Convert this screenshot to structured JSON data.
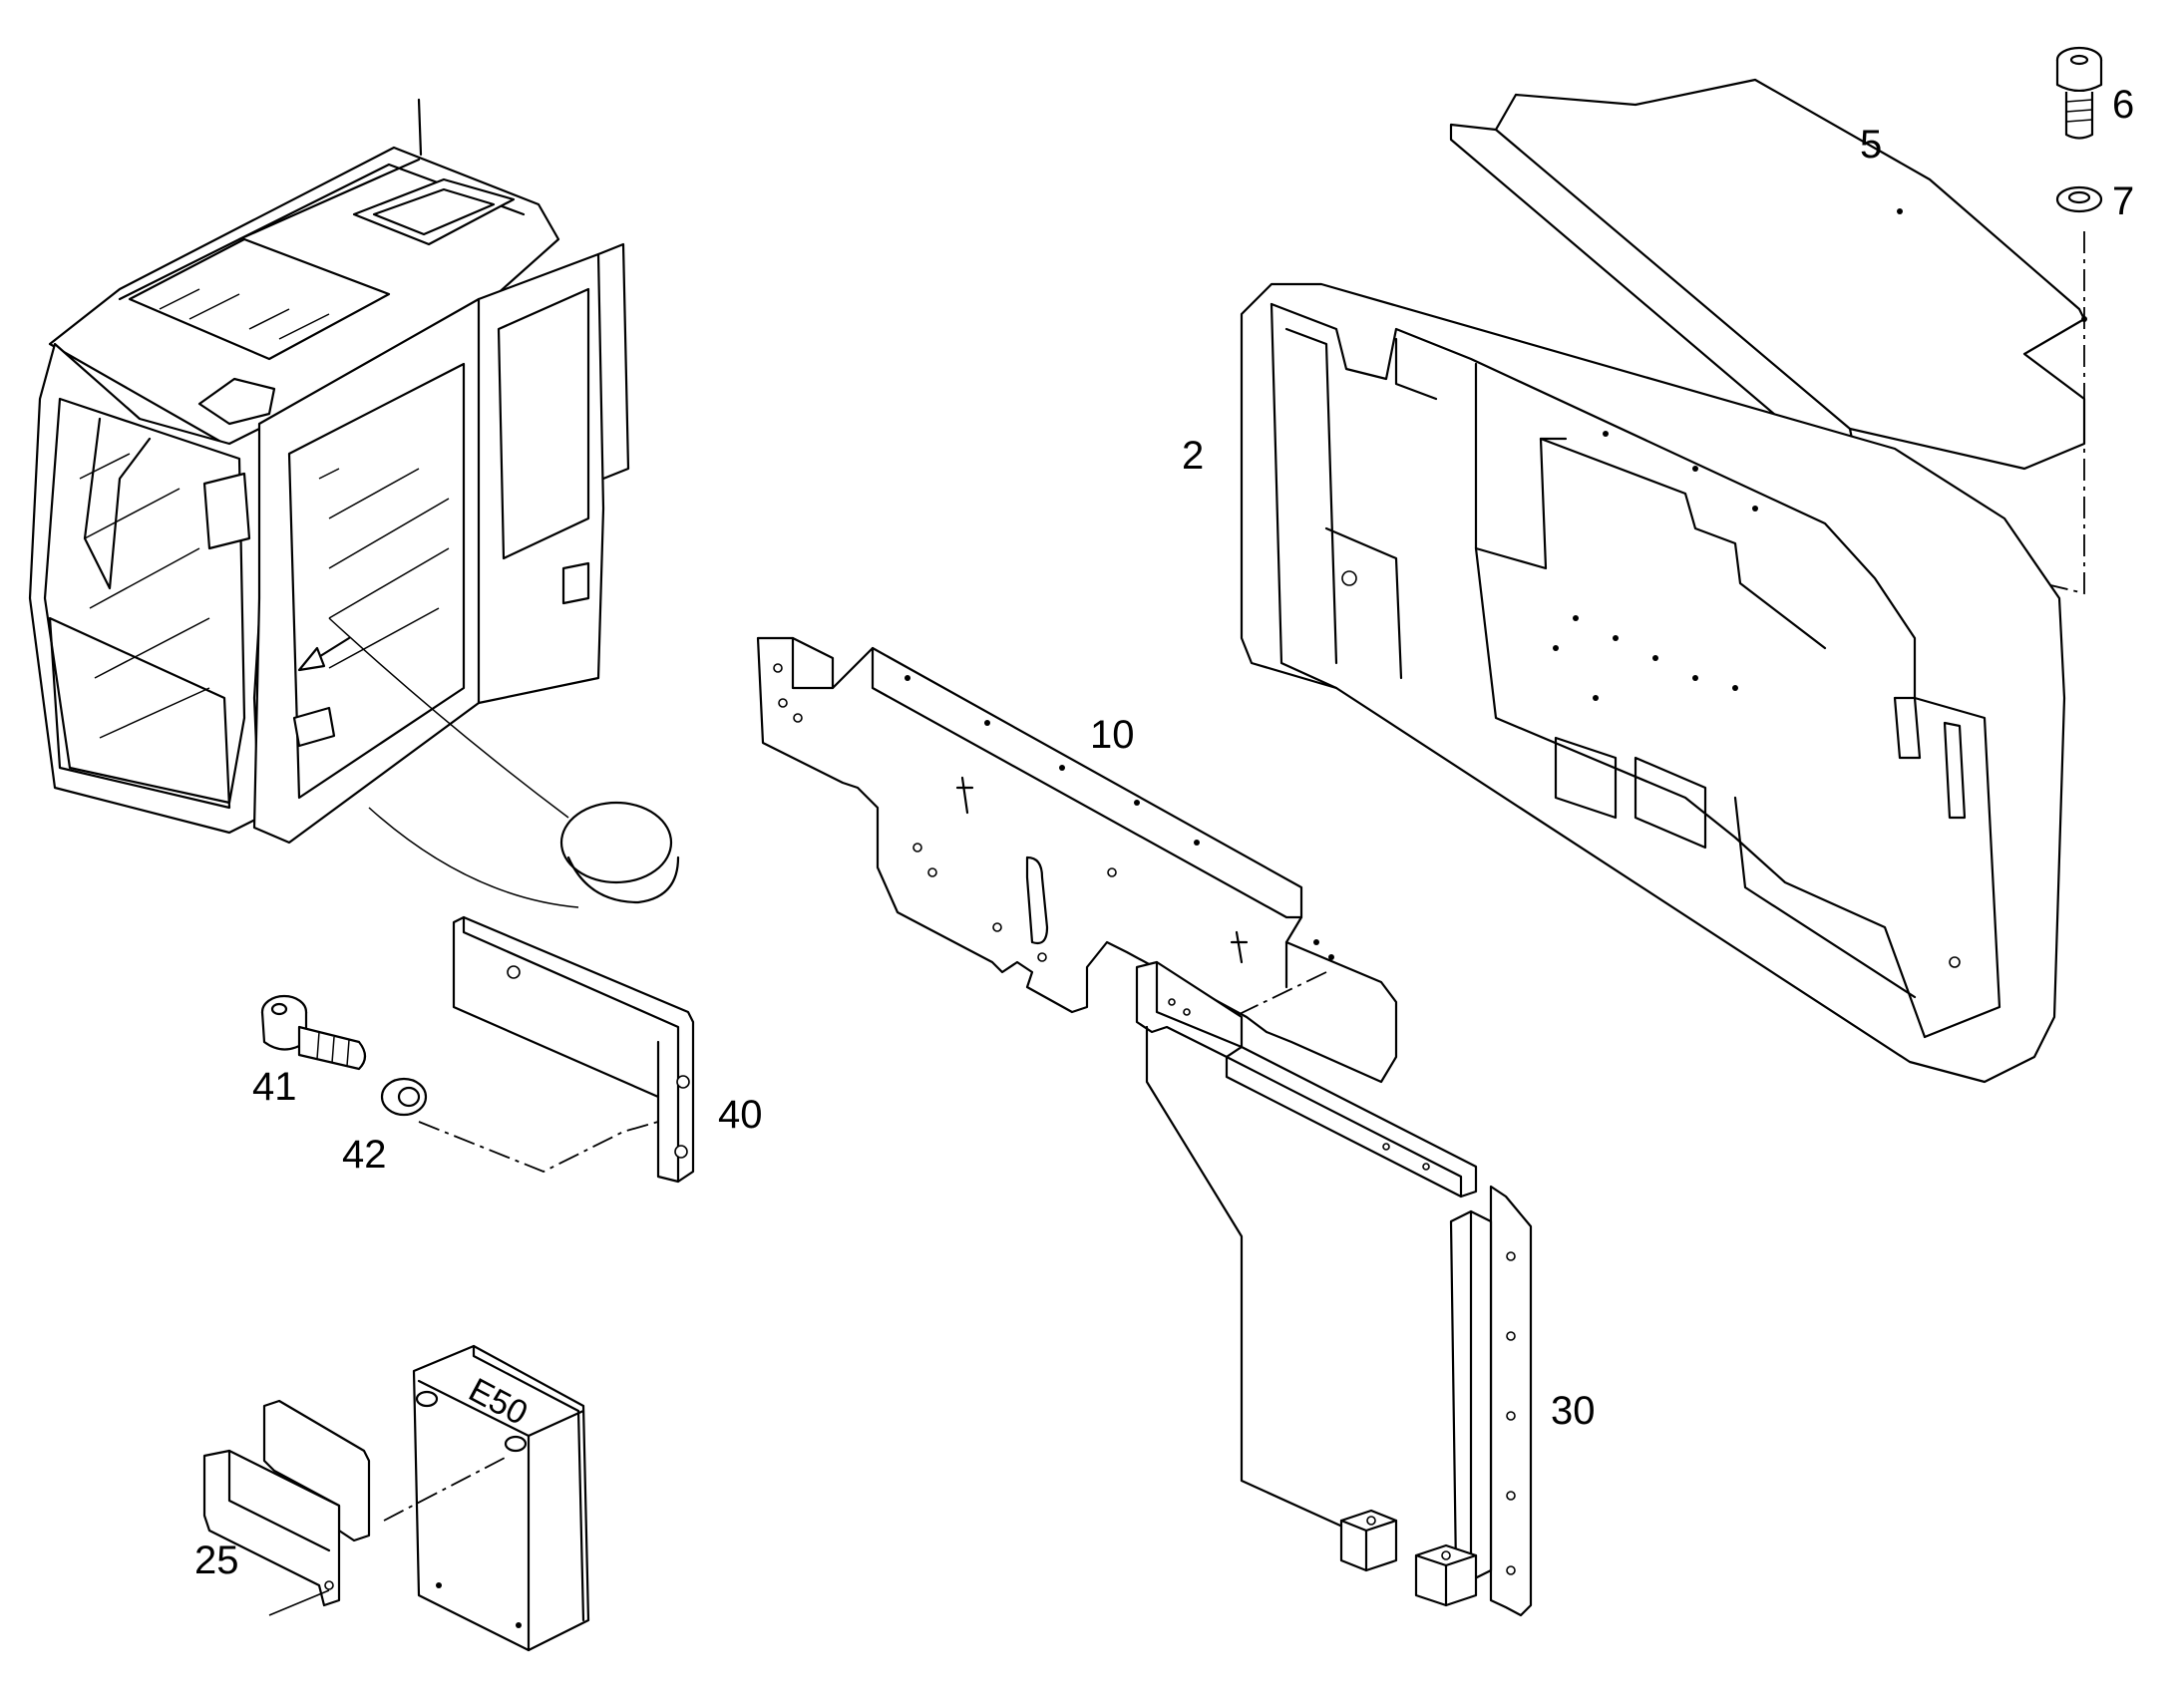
{
  "callouts": [
    {
      "id": "2",
      "text": "2"
    },
    {
      "id": "5",
      "text": "5"
    },
    {
      "id": "6",
      "text": "6"
    },
    {
      "id": "7",
      "text": "7"
    },
    {
      "id": "10",
      "text": "10"
    },
    {
      "id": "25",
      "text": "25"
    },
    {
      "id": "30",
      "text": "30"
    },
    {
      "id": "40",
      "text": "40"
    },
    {
      "id": "41",
      "text": "41"
    },
    {
      "id": "42",
      "text": "42"
    }
  ],
  "module_marking": "E50",
  "colors": {
    "line": "#000000",
    "background": "#ffffff"
  }
}
